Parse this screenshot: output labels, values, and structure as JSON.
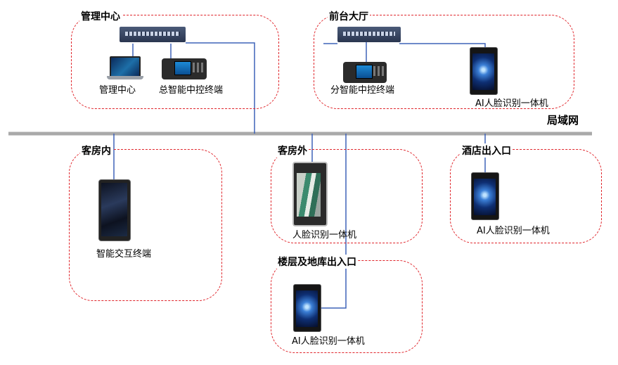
{
  "network": {
    "label": "局域网"
  },
  "zones": {
    "management": {
      "title": "管理中心"
    },
    "front_desk": {
      "title": "前台大厅"
    },
    "room_inside": {
      "title": "客房内"
    },
    "room_outside": {
      "title": "客房外"
    },
    "hotel_entrance": {
      "title": "酒店出入口"
    },
    "building_garage": {
      "title": "楼层及地库出入口"
    }
  },
  "devices": {
    "mgmt_pc": {
      "label": "管理中心"
    },
    "master_terminal": {
      "label": "总智能中控终端"
    },
    "sub_terminal": {
      "label": "分智能中控终端"
    },
    "front_face": {
      "label": "AI人脸识别一体机"
    },
    "tablet": {
      "label": "智能交互终端"
    },
    "door_face": {
      "label": "人脸识别一体机"
    },
    "entrance_face": {
      "label": "AI人脸识别一体机"
    },
    "garage_face": {
      "label": "AI人脸识别一体机"
    }
  },
  "colors": {
    "lan_line": "#a9a9a9",
    "link_line": "#3f63b8",
    "zone_border": "#e0242a"
  }
}
